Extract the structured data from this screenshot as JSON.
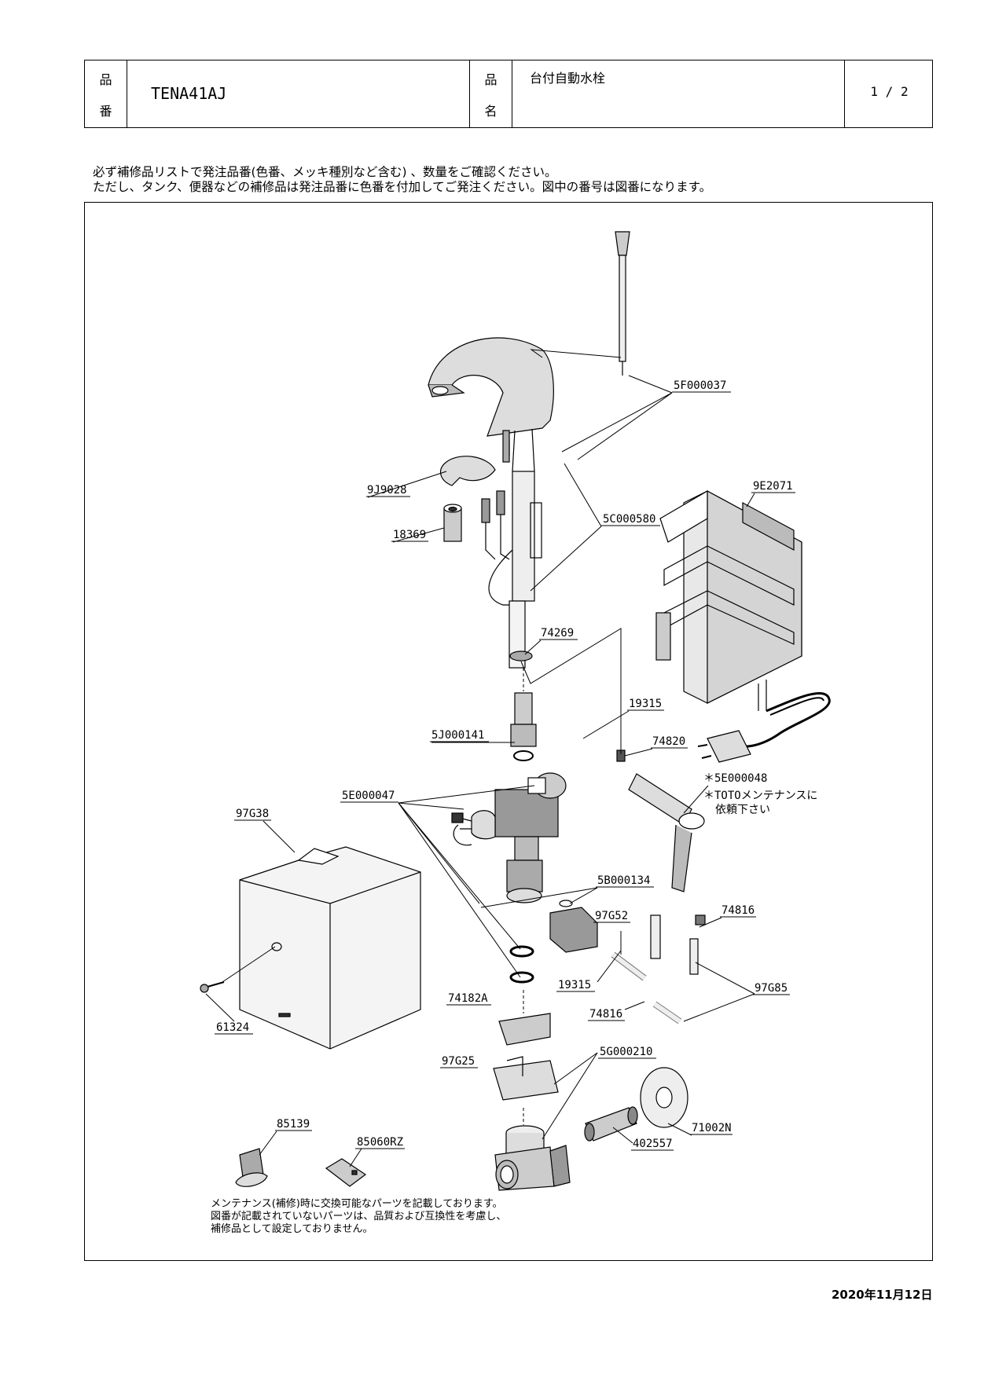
{
  "header": {
    "product_no_label_1": "品",
    "product_no_label_2": "番",
    "product_no": "TENA41AJ",
    "product_name_label_1": "品",
    "product_name_label_2": "名",
    "product_name": "台付自動水栓",
    "page": "1 / 2"
  },
  "notice": {
    "line1": "必ず補修品リストで発注品番(色番、メッキ種別など含む) 、数量をご確認ください。",
    "line2": "ただし、タンク、便器などの補修品は発注品番に色番を付加してご発注ください。図中の番号は図番になります。"
  },
  "parts": {
    "p5F000037": "5F000037",
    "p9J9028": "9J9028",
    "p18369": "18369",
    "p5C000580": "5C000580",
    "p9E2071": "9E2071",
    "p74269": "74269",
    "p19315a": "19315",
    "p5J000141": "5J000141",
    "p74820": "74820",
    "p5E000048": "＊5E000048",
    "toto_note_1": "＊TOTOメンテナンスに",
    "toto_note_2": "依頼下さい",
    "p5E000047": "5E000047",
    "p97G38": "97G38",
    "p5B000134": "5B000134",
    "p74816a": "74816",
    "p97G52": "97G52",
    "p19315b": "19315",
    "p97G85": "97G85",
    "p61324": "61324",
    "p74182A": "74182A",
    "p74816b": "74816",
    "p5G000210": "5G000210",
    "p97G25": "97G25",
    "p85139": "85139",
    "p85060RZ": "85060RZ",
    "p402557": "402557",
    "p71002N": "71002N"
  },
  "footnote": {
    "line1": "メンテナンス(補修)時に交換可能なパーツを記載しております。",
    "line2": "図番が記載されていないパーツは、品質および互換性を考慮し、",
    "line3": "補修品として設定しておりません。"
  },
  "date": "2020年11月12日"
}
